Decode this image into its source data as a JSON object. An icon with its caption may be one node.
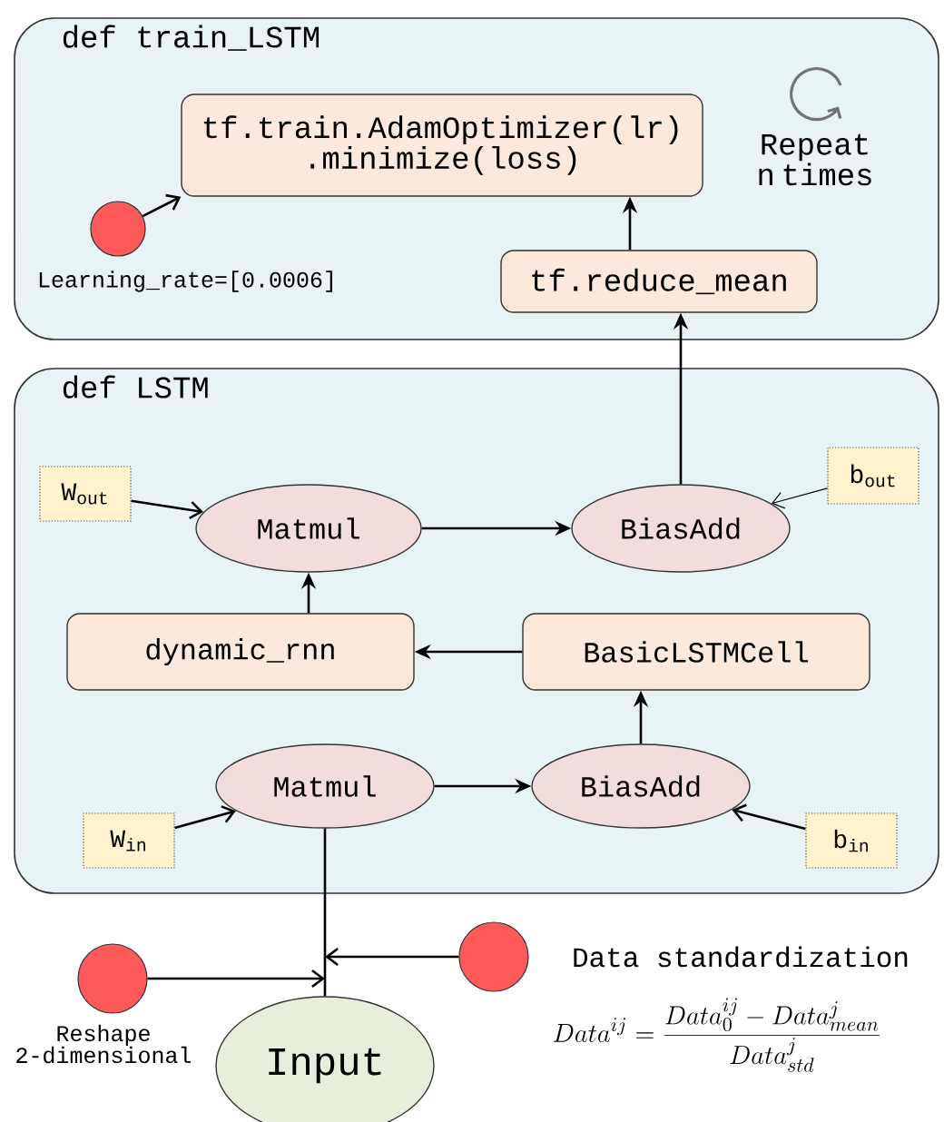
{
  "diagram": {
    "nodes": [
      {
        "text": [
          "def train_LSTM"
        ]
      },
      {
        "text": [
          "tf.train.AdamOptimizer(lr) .minimize(loss)"
        ],
        "in": 0
      },
      {
        "text": [],
        "shape": "circle",
        "in": 0,
        "beside": [
          "Learning_rate=[0.0006]"
        ]
      },
      {
        "text": [
          "tf.reduce_mean"
        ],
        "in": 0
      },
      {
        "text": [
          "def LSTM"
        ]
      },
      {
        "text": [
          "W$_{out}$"
        ],
        "in": 4
      },
      {
        "text": [
          "Matmul"
        ],
        "in": 4
      },
      {
        "text": [
          "BiasAdd"
        ],
        "in": 4
      },
      {
        "text": [
          "b$_{out}$"
        ],
        "in": 4
      },
      {
        "text": [
          "dynamic_rnn"
        ],
        "in": 4
      },
      {
        "text": [
          "BasicLSTMCell"
        ],
        "in": 4
      },
      {
        "text": [
          "Matmul"
        ],
        "in": 4
      },
      {
        "text": [
          "BiasAdd"
        ],
        "in": 4
      },
      {
        "text": [
          "W$_{in}$"
        ],
        "in": 4
      },
      {
        "text": [
          "b$_{in}$"
        ],
        "in": 4
      },
      {
        "text": [],
        "shape": "circle",
        "beside": [
          "Reshape 2-dimensional"
        ]
      },
      {
        "text": [],
        "shape": "circle"
      },
      {
        "text": [
          "Input"
        ]
      }
    ],
    "edges": [
      {
        "from": 2,
        "to": 1,
        "arrow": "to"
      },
      {
        "from": 3,
        "to": 1,
        "arrow": "to"
      },
      {
        "from": 7,
        "to": 3,
        "arrow": "to"
      },
      {
        "from": 5,
        "to": 6,
        "arrow": "to"
      },
      {
        "from": 6,
        "to": 7,
        "arrow": "to"
      },
      {
        "from": 8,
        "to": 7,
        "arrow": "to"
      },
      {
        "from": 9,
        "to": 6,
        "arrow": "to"
      },
      {
        "from": 10,
        "to": 9,
        "arrow": "to"
      },
      {
        "from": 12,
        "to": 10,
        "arrow": "to"
      },
      {
        "from": 11,
        "to": 12,
        "arrow": "to"
      },
      {
        "from": 13,
        "to": 11,
        "arrow": "to"
      },
      {
        "from": 14,
        "to": 12,
        "arrow": "to"
      },
      {
        "from": 17,
        "to": 11,
        "arrow": "none"
      },
      {
        "from": 15,
        "to": 17,
        "arrow": "to"
      },
      {
        "from": 16,
        "to": 17,
        "arrow": "to"
      }
    ],
    "labels": [
      "Repeat n times",
      "Data standardization",
      "Data^{ij}=\\frac{Data_0^{ij}-Data_{mean}^{j}}{Data_{std}^{j}}"
    ]
  }
}
